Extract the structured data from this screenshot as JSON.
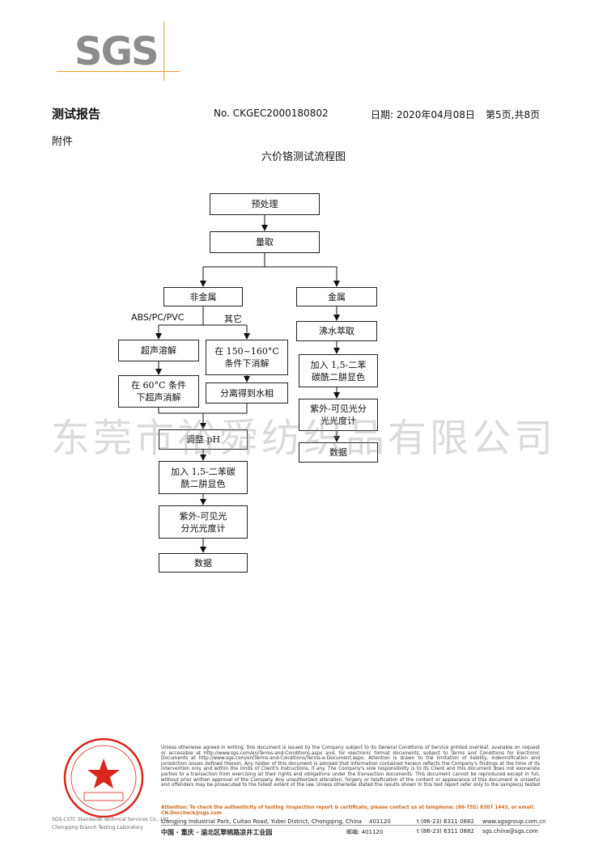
{
  "logo": {
    "text": "SGS"
  },
  "header": {
    "title": "测试报告",
    "report_no": "No. CKGEC2000180802",
    "date": "日期: 2020年04月08日",
    "page": "第5页,共8页"
  },
  "annex_label": "附件",
  "flow_title": "六价铬测试流程图",
  "flowchart": {
    "pretreat": "预处理",
    "measure": "量取",
    "nonmetal": "非金属",
    "metal": "金属",
    "label_plastics": "ABS/PC/PVC",
    "label_other": "其它",
    "ultrasonic_dissolve": "超声溶解",
    "digest_line1": "在 150~160°C",
    "digest_line2": "条件下消解",
    "ultra_digest_line1": "在 60°C 条件",
    "ultra_digest_line2": "下超声消解",
    "separate": "分离得到水相",
    "boil_extract": "沸水萃取",
    "metal_add_line1": "加入 1,5-二苯",
    "metal_add_line2": "碳酰二肼显色",
    "metal_uv_line1": "紫外-可见光分",
    "metal_uv_line2": "光光度计",
    "metal_data": "数据",
    "adjust_ph": "调整 pH",
    "add_line1": "加入 1,5-二苯碳",
    "add_line2": "酰二肼显色",
    "uv_line1": "紫外-可见光",
    "uv_line2": "分光光度计",
    "data": "数据"
  },
  "watermark": "东莞市裕舜纺织品有限公司",
  "footer": {
    "seal_caption_1": "SGS-CSTC Standards Technical Services Co., Ltd.",
    "seal_caption_2": "Chongqing Branch Testing Laboratory",
    "legal": "Unless otherwise agreed in writing, this document is issued by the Company subject to its General Conditions of Service printed overleaf, available on request or accessible at http://www.sgs.com/en/Terms-and-Conditions.aspx and, for electronic format documents, subject to Terms and Conditions for Electronic Documents at http://www.sgs.com/en/Terms-and-Conditions/Terms-e-Document.aspx. Attention is drawn to the limitation of liability, indemnification and jurisdiction issues defined therein. Any holder of this document is advised that information contained hereon reflects the Company's findings at the time of its intervention only and within the limits of Client's instructions, if any. The Company's sole responsibility is to its Client and this document does not exonerate parties to a transaction from exercising all their rights and obligations under the transaction documents. This document cannot be reproduced except in full, without prior written approval of the Company. Any unauthorized alteration, forgery or falsification of the content or appearance of this document is unlawful and offenders may be prosecuted to the fullest extent of the law. Unless otherwise stated the results shown in this test report refer only to the sample(s) tested .",
    "attention": "Attention: To check the authenticity of testing /inspection report & certificate, please contact us at telephone: (86-755) 8307 1443, or email: CN.Doccheck@sgs.com",
    "addr_en": "Liangjing Industrial Park, Cuitao Road, Yubei District, Chongqing, China",
    "addr_en_zip": "401120",
    "tel_1": "t (86-23) 6311 0882",
    "web": "www.sgsgroup.com.cn",
    "addr_cn": "中国 · 重庆 · 渝北区翠桃路凉井工业园",
    "addr_cn_zip": "邮编: 401120",
    "tel_2": "t (86-23) 6311 0882",
    "mail": "sgs.china@sgs.com"
  },
  "colors": {
    "logo_gray": "#8c8c8c",
    "logo_orange": "#f39a2c",
    "seal_red": "#d9261c",
    "attention": "#d06a1a"
  }
}
